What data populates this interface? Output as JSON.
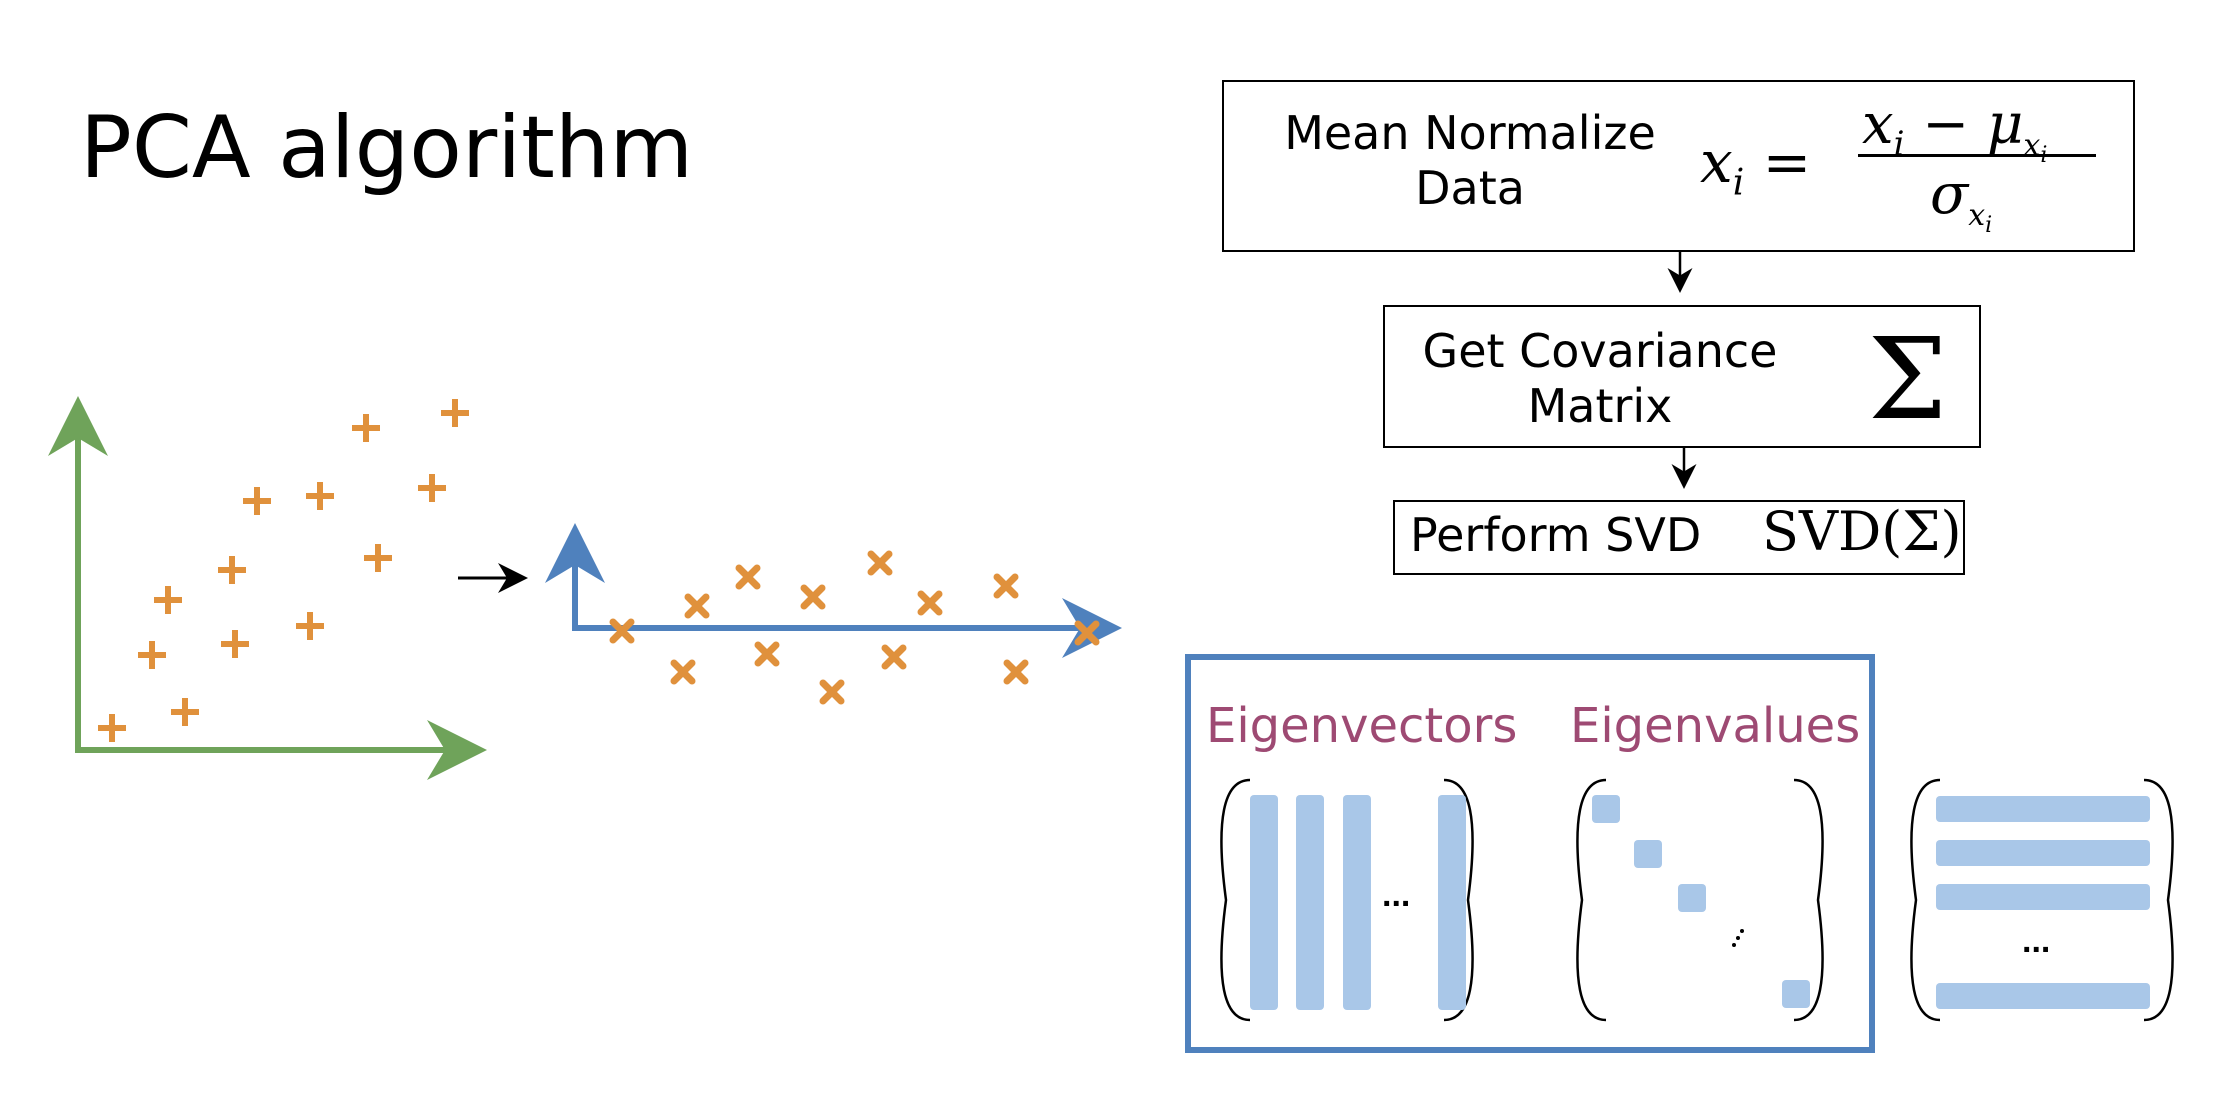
{
  "title": "PCA algorithm",
  "steps": {
    "normalize": {
      "label_line1": "Mean Normalize",
      "label_line2": "Data"
    },
    "covariance": {
      "label_line1": "Get Covariance",
      "label_line2": "Matrix",
      "symbol": "Σ"
    },
    "svd": {
      "label": "Perform SVD",
      "formula": "SVD(Σ)"
    }
  },
  "eigen": {
    "vectors_label": "Eigenvectors",
    "values_label": "Eigenvalues",
    "ellipsis": "..."
  },
  "colors": {
    "accent_green": "#6fa35a",
    "accent_blue": "#4f81bd",
    "points": "#e0913c",
    "eigen_text": "#9e4a73",
    "bar_fill": "#a9c7e8"
  },
  "icons": {
    "original_points": "plus-marker",
    "projected_points": "x-marker"
  }
}
